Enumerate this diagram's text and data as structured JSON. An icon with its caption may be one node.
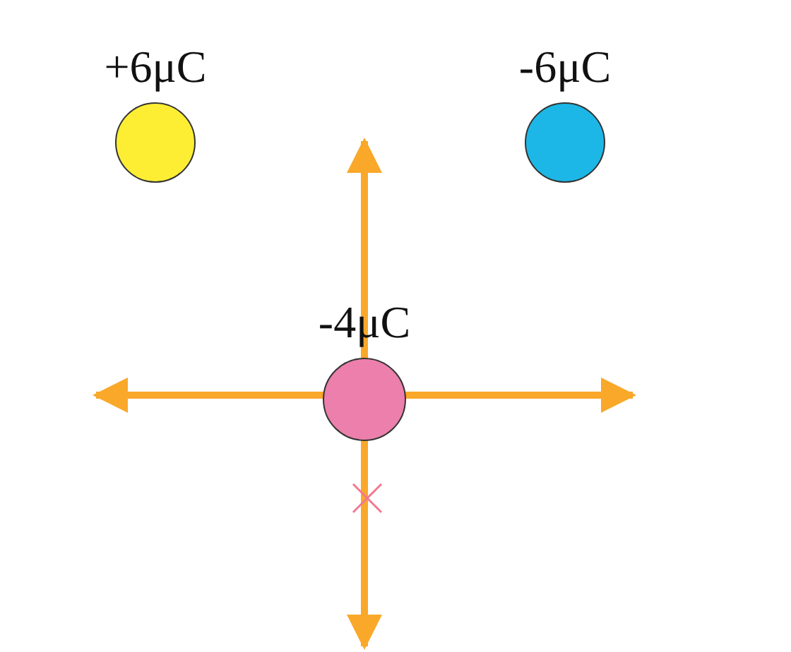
{
  "diagram": {
    "nodes": [
      {
        "text": [
          "+6μC"
        ]
      },
      {
        "text": [
          "-6μC"
        ]
      },
      {
        "text": [
          "-4μC"
        ]
      }
    ]
  }
}
